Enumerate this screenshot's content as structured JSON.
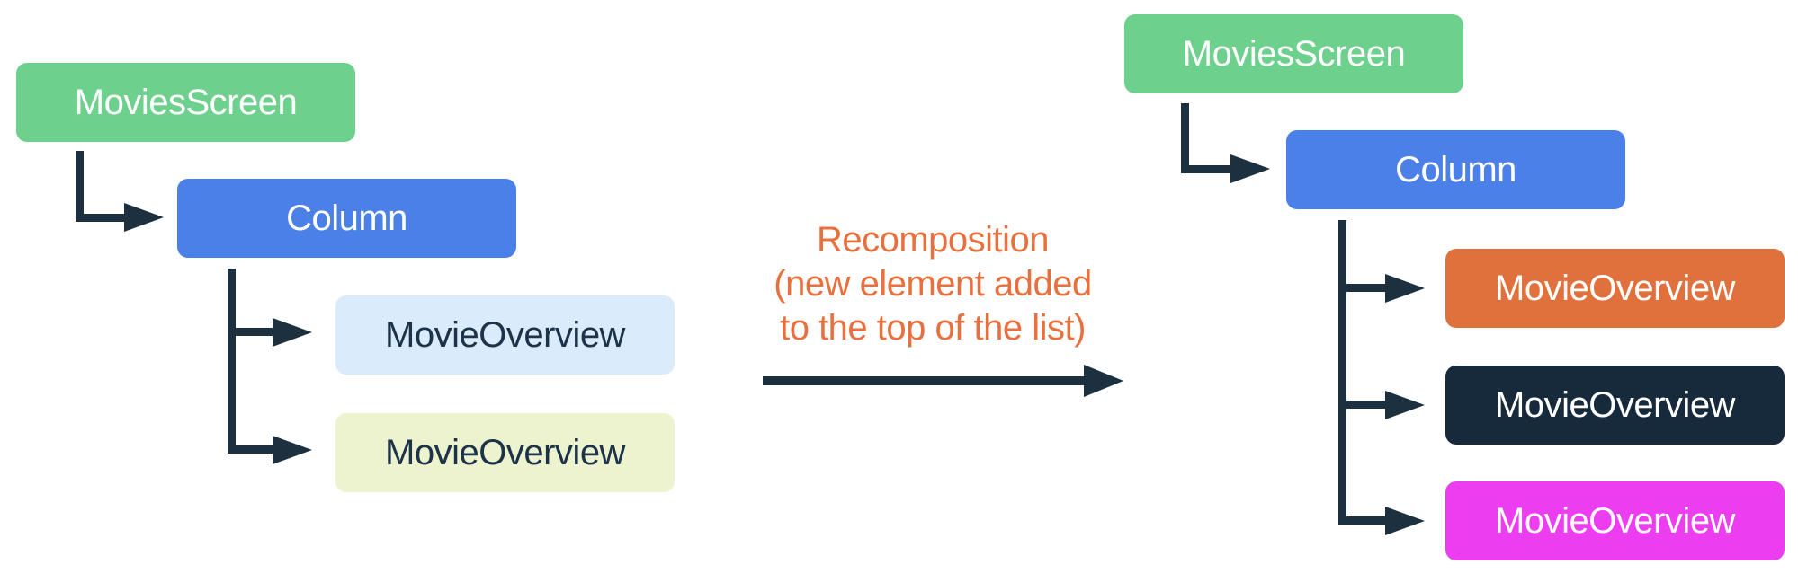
{
  "colors": {
    "background": "#FFFFFF",
    "connector": "#1C3040",
    "annotation_text": "#E8703E",
    "green": "#6DD08C",
    "blue": "#4A80E8",
    "light_blue": "#DAEBFB",
    "pale_yellow": "#EDF2CF",
    "orange": "#E0703C",
    "dark_navy": "#172A3B",
    "magenta": "#EC3DF0"
  },
  "left_tree": {
    "nodes": [
      {
        "label": "MoviesScreen",
        "fill": "#6DD08C"
      },
      {
        "label": "Column",
        "fill": "#4A80E8"
      },
      {
        "label": "MovieOverview",
        "fill": "#DAEBFB"
      },
      {
        "label": "MovieOverview",
        "fill": "#EDF2CF"
      }
    ]
  },
  "transition": {
    "lines": [
      "Recomposition",
      "(new element added",
      "to the top of the list)"
    ]
  },
  "right_tree": {
    "nodes": [
      {
        "label": "MoviesScreen",
        "fill": "#6DD08C"
      },
      {
        "label": "Column",
        "fill": "#4A80E8"
      },
      {
        "label": "MovieOverview",
        "fill": "#E0703C"
      },
      {
        "label": "MovieOverview",
        "fill": "#172A3B"
      },
      {
        "label": "MovieOverview",
        "fill": "#EC3DF0"
      }
    ]
  }
}
